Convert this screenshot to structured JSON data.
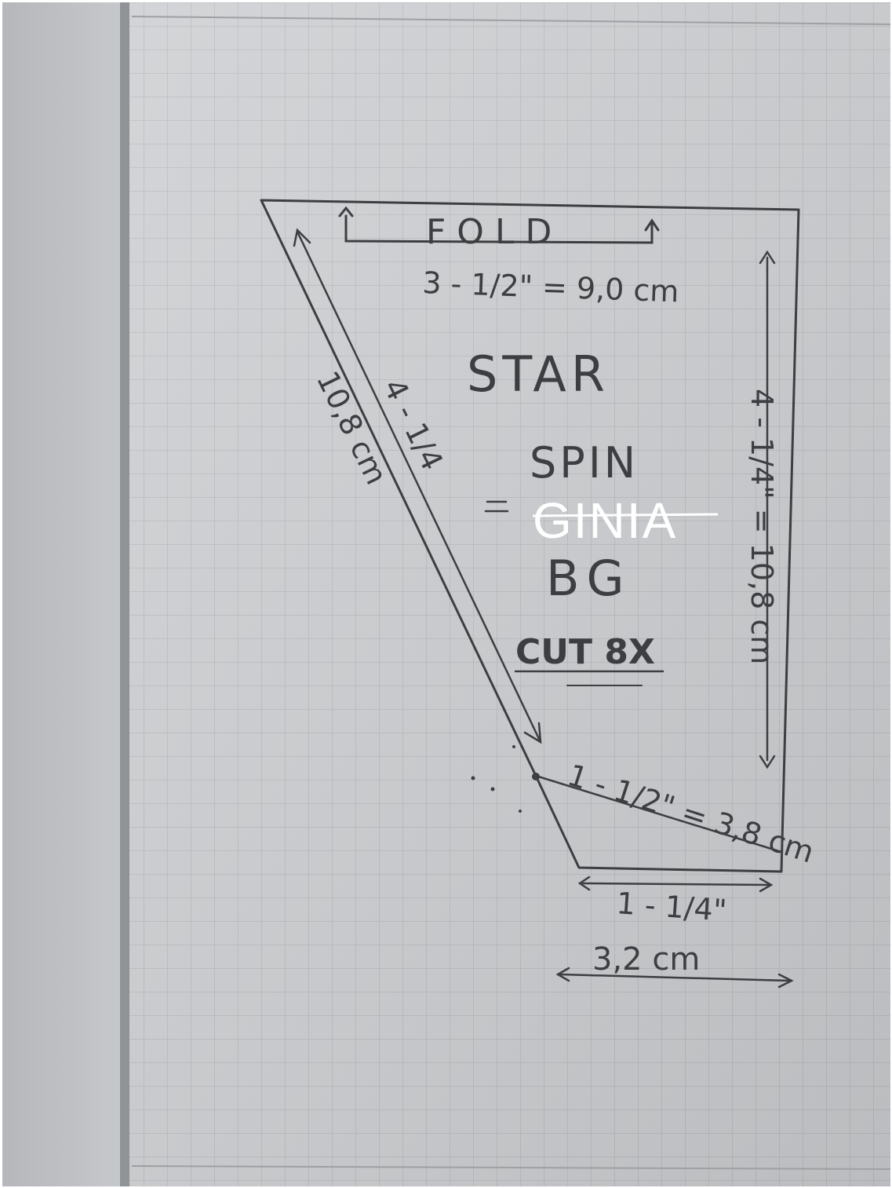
{
  "sketch": {
    "fold_label": "FOLD",
    "top_measure": "3 - 1/2\" = 9,0 cm",
    "title_line1": "STAR",
    "title_line2": "SPIN",
    "title_line3": "BG",
    "equals": "=",
    "cut_label": "CUT 8X",
    "left_measure_in": "4 - 1/4",
    "left_measure_cm": "10,8 cm",
    "right_measure": "4 - 1/4\" = 10,8 cm",
    "slant_measure": "1 - 1/2\" = 3,8 cm",
    "bottom_measure_in": "1 - 1/4\"",
    "bottom_measure_cm": "3,2 cm"
  },
  "watermark": {
    "text": "GINIA"
  },
  "colors": {
    "paper": "#cfd1d4",
    "grid": "#aeb1b5",
    "pencil": "#3d3e41",
    "binding": "#9fa2a5",
    "watermark": "#ffffff"
  }
}
